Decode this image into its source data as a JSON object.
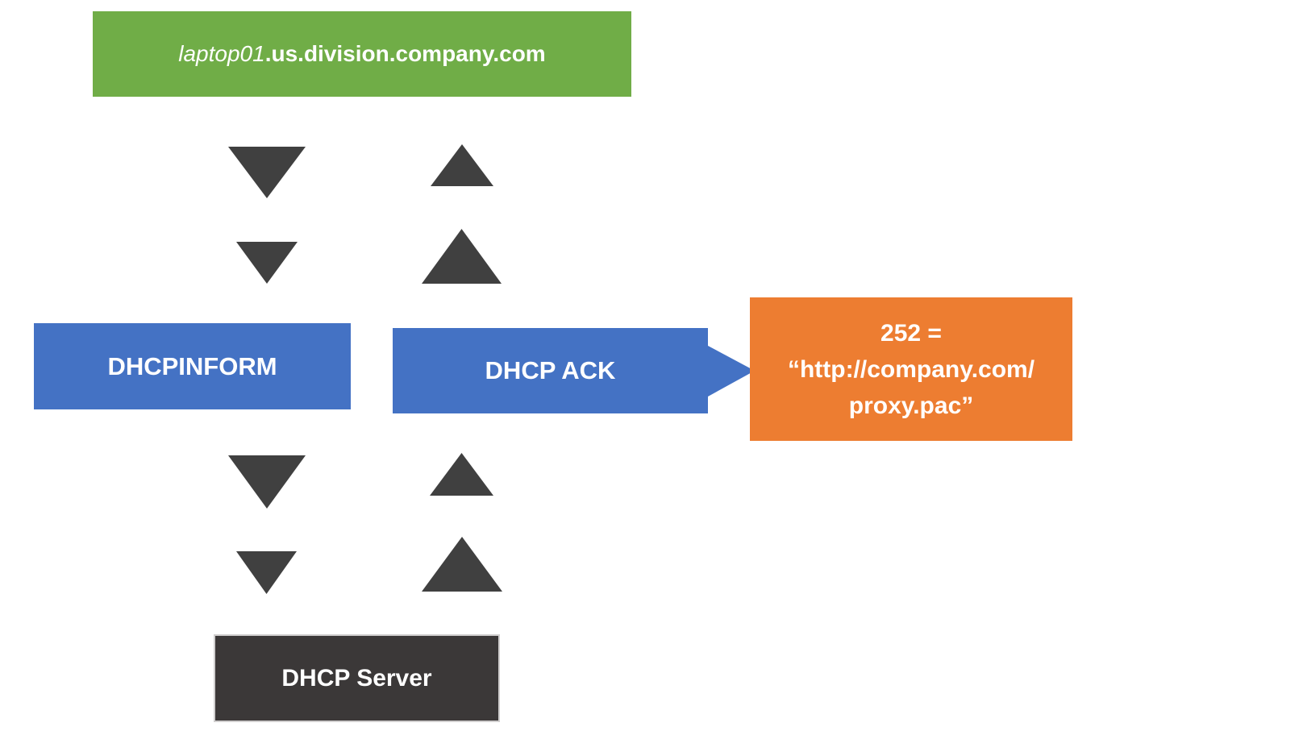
{
  "client_node": {
    "hostname_italic": "laptop01",
    "hostname_domain": ".us.division.company.com"
  },
  "messages": {
    "inform_label": "DHCPINFORM",
    "ack_label": "DHCP ACK"
  },
  "callout": {
    "line1": "252 =",
    "line2": "“http://company.com/",
    "line3": "proxy.pac”"
  },
  "server_node": {
    "label": "DHCP Server"
  },
  "colors": {
    "client_green": "#70AD47",
    "message_blue": "#4472C4",
    "callout_orange": "#ED7D31",
    "server_dark": "#3B3838",
    "server_border": "#D0CECE",
    "arrow_dark": "#404040",
    "text_white": "#FFFFFF"
  }
}
